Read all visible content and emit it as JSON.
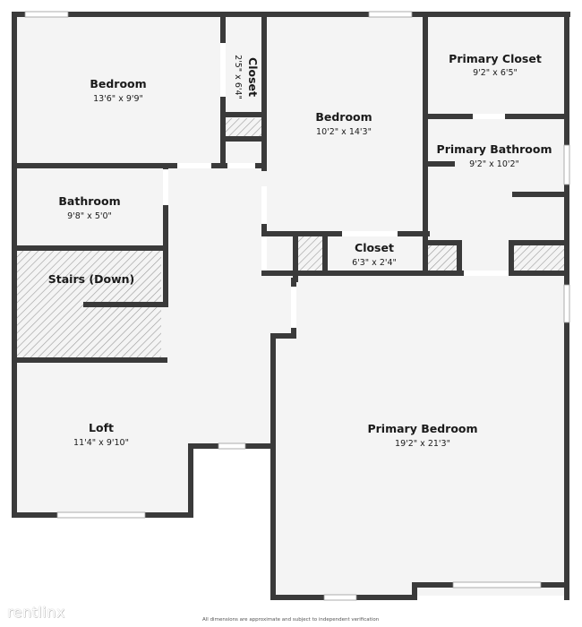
{
  "floorplan": {
    "rooms": [
      {
        "name": "Bedroom",
        "dims": "13'6\" x 9'9\""
      },
      {
        "name": "Closet",
        "dims": "2'5\" x 6'4\""
      },
      {
        "name": "Bedroom",
        "dims": "10'2\" x 14'3\""
      },
      {
        "name": "Primary Closet",
        "dims": "9'2\" x 6'5\""
      },
      {
        "name": "Primary Bathroom",
        "dims": "9'2\" x 10'2\""
      },
      {
        "name": "Bathroom",
        "dims": "9'8\" x 5'0\""
      },
      {
        "name": "Stairs (Down)",
        "dims": ""
      },
      {
        "name": "Closet",
        "dims": "6'3\" x 2'4\""
      },
      {
        "name": "Loft",
        "dims": "11'4\" x 9'10\""
      },
      {
        "name": "Primary Bedroom",
        "dims": "19'2\" x 21'3\""
      }
    ],
    "colors": {
      "wall": "#3a3a3a",
      "floor": "#f4f4f4",
      "background": "#ffffff"
    }
  },
  "footer": {
    "brand": "rentlinx",
    "disclaimer": "All dimensions are approximate and subject to independent verification"
  }
}
